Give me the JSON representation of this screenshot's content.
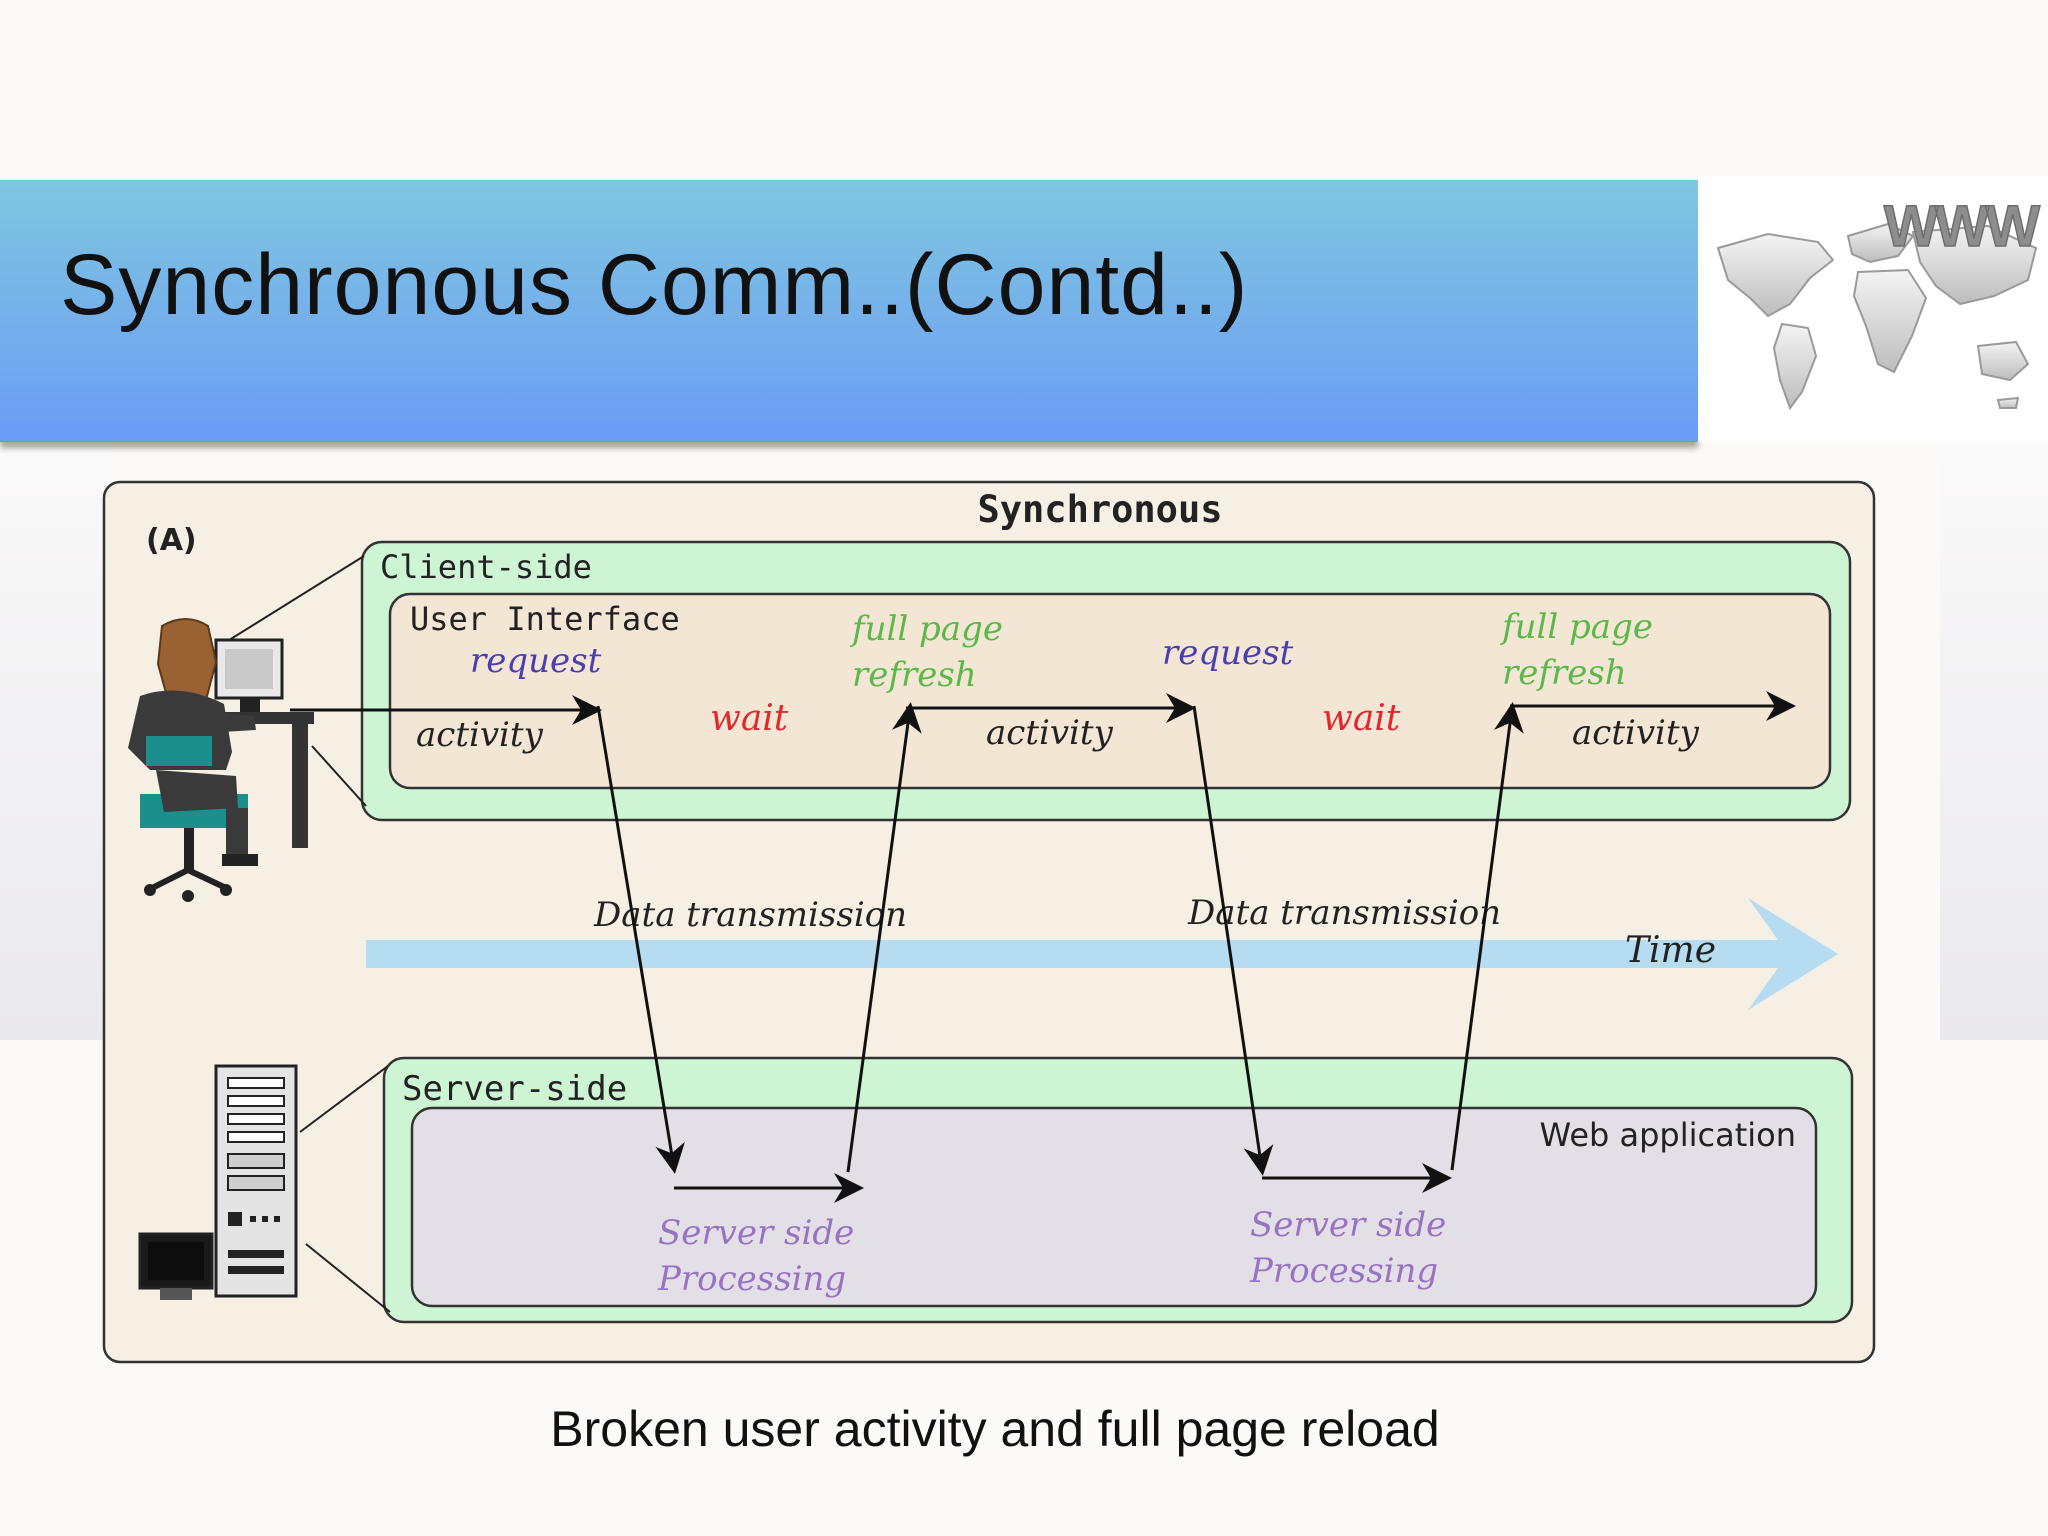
{
  "slide": {
    "title": "Synchronous Comm..(Contd..)",
    "caption": "Broken user activity and full page reload",
    "logo_text": "WWW"
  },
  "diagram": {
    "panel_label": "(A)",
    "heading": "Synchronous",
    "client_side_label": "Client-side",
    "user_interface_label": "User Interface",
    "server_side_label": "Server-side",
    "web_application_label": "Web application",
    "time_label": "Time",
    "data_transmission_labels": [
      "Data transmission",
      "Data transmission"
    ],
    "client_annotations": [
      {
        "kind": "request",
        "text": "request"
      },
      {
        "kind": "activity",
        "text": "activity"
      },
      {
        "kind": "wait",
        "text": "wait"
      },
      {
        "kind": "refresh",
        "text": "full page refresh"
      },
      {
        "kind": "activity",
        "text": "activity"
      },
      {
        "kind": "request",
        "text": "request"
      },
      {
        "kind": "wait",
        "text": "wait"
      },
      {
        "kind": "refresh",
        "text": "full page refresh"
      },
      {
        "kind": "activity",
        "text": "activity"
      }
    ],
    "server_processing_labels": [
      "Server side Processing",
      "Server side Processing"
    ],
    "colors": {
      "panel_fill": "#f5efe4",
      "client_outer_fill": "#cdf5d3",
      "client_inner_fill": "#f4e6d5",
      "server_outer_fill": "#cdf5d3",
      "server_inner_fill": "#e2e0e6",
      "request": "#4a3fb0",
      "wait": "#e0292d",
      "refresh": "#5bb849",
      "activity": "#222222",
      "processing": "#9a72c4",
      "time_arrow": "#b5dcf0"
    }
  }
}
